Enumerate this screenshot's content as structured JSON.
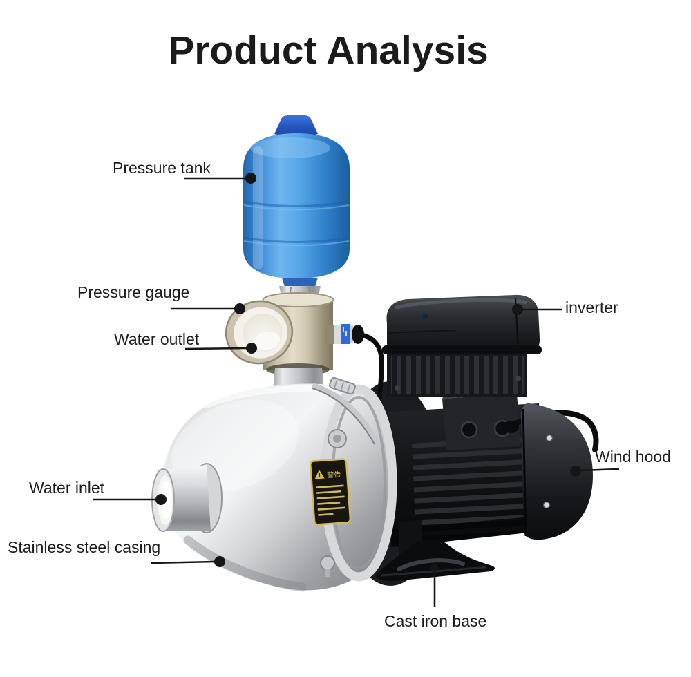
{
  "title": "Product Analysis",
  "callouts": {
    "pressure_tank": "Pressure tank",
    "pressure_gauge": "Pressure gauge",
    "water_outlet": "Water outlet",
    "inverter": "inverter",
    "wind_hood": "Wind hood",
    "water_inlet": "Water inlet",
    "stainless_steel_casing": "Stainless steel casing",
    "cast_iron_base": "Cast iron base"
  },
  "warning_label": {
    "characters": "警告"
  },
  "colors": {
    "background": "#ffffff",
    "text": "#1d1d1d",
    "callout_line": "#161616",
    "tank_blue": "#2f86d8",
    "tank_cap_blue": "#2456c4",
    "steel_light": "#d8dadc",
    "pump_head_champagne": "#c9c2aa",
    "black_component": "#141517",
    "warning_label_gold": "#d3bb4e"
  }
}
